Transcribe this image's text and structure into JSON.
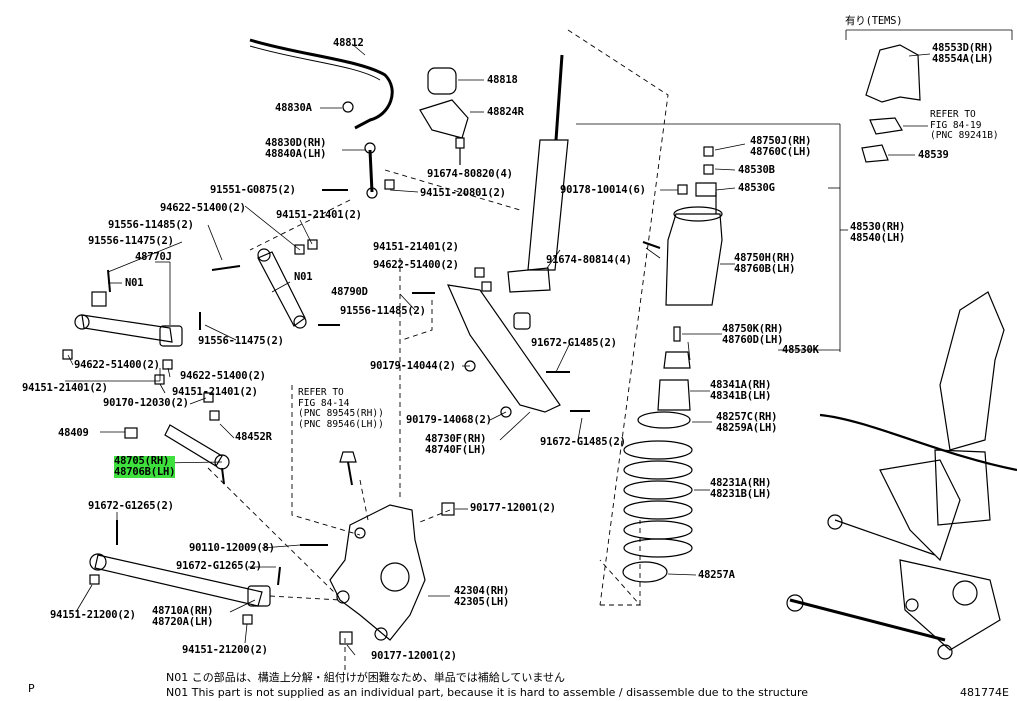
{
  "labels": {
    "p48812": "48812",
    "p48818": "48818",
    "p48830a": "48830A",
    "p48824r": "48824R",
    "p48830d": [
      "48830D(RH)",
      "48840A(LH)"
    ],
    "p91674_80820": "91674-80820(4)",
    "p91551_g0875": "91551-G0875(2)",
    "p94151_20801": "94151-20801(2)",
    "p94622_51400a": "94622-51400(2)",
    "p94151_21401a": "94151-21401(2)",
    "p91556_11485a": "91556-11485(2)",
    "p91556_11475a": "91556-11475(2)",
    "p48770j": "48770J",
    "n01a": "N01",
    "n01b": "N01",
    "p48790d": "48790D",
    "p91556_11475b": "91556-11475(2)",
    "p91556_11485b": "91556-11485(2)",
    "p94622_51400b": "94622-51400(2)",
    "p94151_21401b": "94151-21401(2)",
    "p94622_51400c": "94622-51400(2)",
    "p94151_21401c": "94151-21401(2)",
    "p94622_51400d": "94622-51400(2)",
    "p94151_21401d": "94151-21401(2)",
    "p90170_12030": "90170-12030(2)",
    "p48409": "48409",
    "p48452r": "48452R",
    "p48705": [
      "48705(RH)",
      "48706B(LH)"
    ],
    "p91672_g1265a": "91672-G1265(2)",
    "p90110_12009": "90110-12009(8)",
    "p91672_g1265b": "91672-G1265(2)",
    "p94151_21200a": "94151-21200(2)",
    "p48710a": [
      "48710A(RH)",
      "48720A(LH)"
    ],
    "p94151_21200b": "94151-21200(2)",
    "p90177_12001a": "90177-12001(2)",
    "p42304": [
      "42304(RH)",
      "42305(LH)"
    ],
    "p90177_12001b": "90177-12001(2)",
    "p90179_14044": "90179-14044(2)",
    "p90179_14068": "90179-14068(2)",
    "p48730f": [
      "48730F(RH)",
      "48740F(LH)"
    ],
    "p91672_g1485a": "91672-G1485(2)",
    "p91672_g1485b": "91672-G1485(2)",
    "p91674_80814": "91674-80814(4)",
    "p48750j": [
      "48750J(RH)",
      "48760C(LH)"
    ],
    "p48530b": "48530B",
    "p90178_10014": "90178-10014(6)",
    "p48530g": "48530G",
    "p48750h": [
      "48750H(RH)",
      "48760B(LH)"
    ],
    "p48530": [
      "48530(RH)",
      "48540(LH)"
    ],
    "p48750k": [
      "48750K(RH)",
      "48760D(LH)"
    ],
    "p48530k": "48530K",
    "p48341a": [
      "48341A(RH)",
      "48341B(LH)"
    ],
    "p48257c": [
      "48257C(RH)",
      "48259A(LH)"
    ],
    "p48231a": [
      "48231A(RH)",
      "48231B(LH)"
    ],
    "p48257a": "48257A",
    "tems_header": "有り(TEMS)",
    "p48553d": [
      "48553D(RH)",
      "48554A(LH)"
    ],
    "refer_tems": [
      "REFER TO",
      "FIG 84-19",
      "(PNC 89241B)"
    ],
    "p48539": "48539",
    "refer_knuckle": [
      "REFER TO",
      "FIG 84-14",
      "(PNC 89545(RH))",
      "(PNC 89546(LH))"
    ]
  },
  "footer": {
    "n01_jp": "N01  この部品は、構造上分解・組付けが困難なため、単品では補給していません",
    "n01_en": "N01  This part is not supplied as an individual part, because it is hard to assemble / disassemble due to the structure",
    "page_marker": "P",
    "figure_id": "481774E"
  },
  "colors": {
    "highlight": "#3ee03e",
    "ink": "#000000"
  }
}
